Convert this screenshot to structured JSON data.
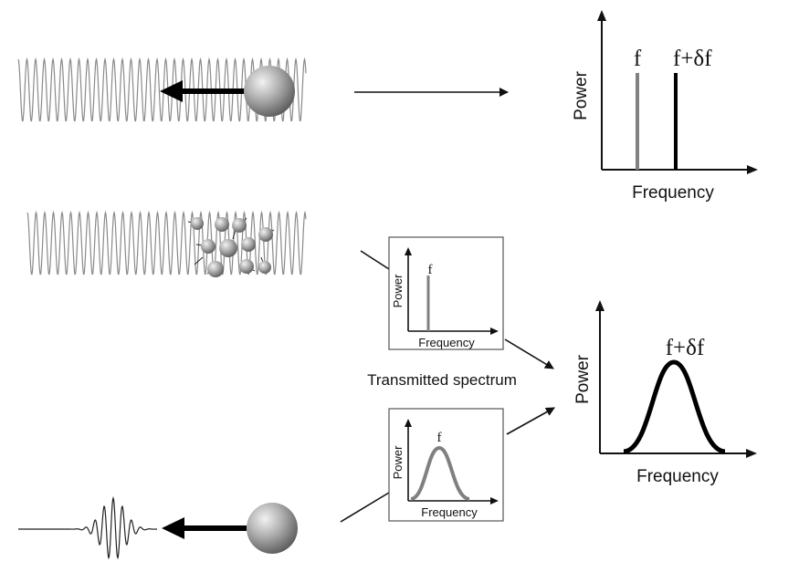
{
  "panel_top": {
    "peak_label_incident": "f",
    "peak_label_shifted": "f+δf",
    "axis_y": "Power",
    "axis_x": "Frequency"
  },
  "inset_continuous": {
    "peak_label": "f",
    "axis_y": "Power",
    "axis_x": "Frequency"
  },
  "caption": "Transmitted spectrum",
  "inset_pulsed": {
    "peak_label": "f",
    "axis_y": "Power",
    "axis_x": "Frequency"
  },
  "panel_bottom": {
    "peak_label": "f+δf",
    "axis_y": "Power",
    "axis_x": "Frequency"
  },
  "colors": {
    "incident_peak": "#808080",
    "shifted_peak": "#000000",
    "wave": "#8a8a8a",
    "sphere": "#9a9a9a"
  }
}
